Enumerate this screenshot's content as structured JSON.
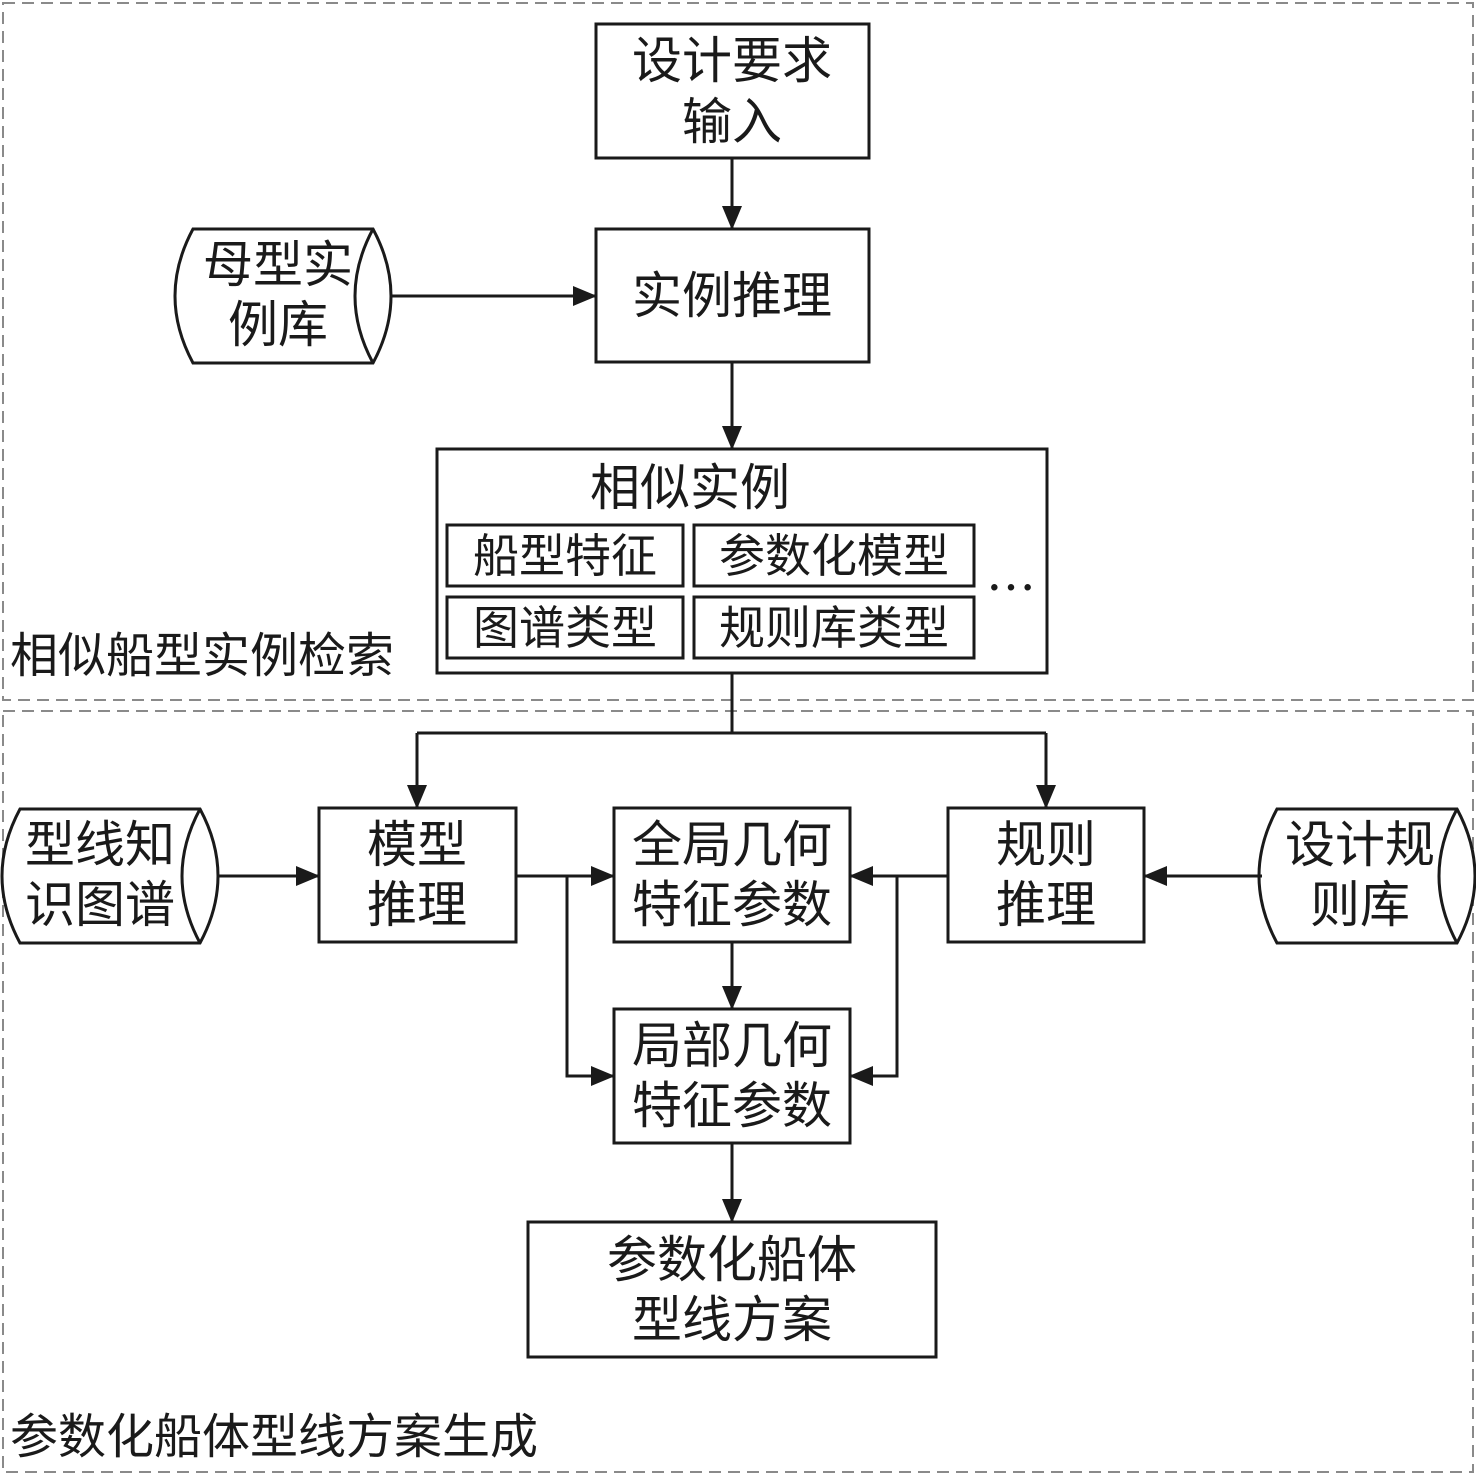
{
  "regions": {
    "retrieval_label": "相似船型实例检索",
    "generation_label": "参数化船体型线方案生成"
  },
  "nodes": {
    "design_input": [
      "设计要求",
      "输入"
    ],
    "case_reasoning": [
      "实例推理"
    ],
    "parent_case_library": [
      "母型实",
      "例库"
    ],
    "similar_cases": {
      "title": "相似实例",
      "items": [
        "船型特征",
        "参数化模型",
        "图谱类型",
        "规则库类型"
      ],
      "more": "…"
    },
    "lines_knowledge_graph": [
      "型线知",
      "识图谱"
    ],
    "model_reasoning": [
      "模型",
      "推理"
    ],
    "global_geometry": [
      "全局几何",
      "特征参数"
    ],
    "rule_reasoning": [
      "规则",
      "推理"
    ],
    "design_rule_library": [
      "设计规",
      "则库"
    ],
    "local_geometry": [
      "局部几何",
      "特征参数"
    ],
    "hull_scheme": [
      "参数化船体",
      "型线方案"
    ]
  }
}
